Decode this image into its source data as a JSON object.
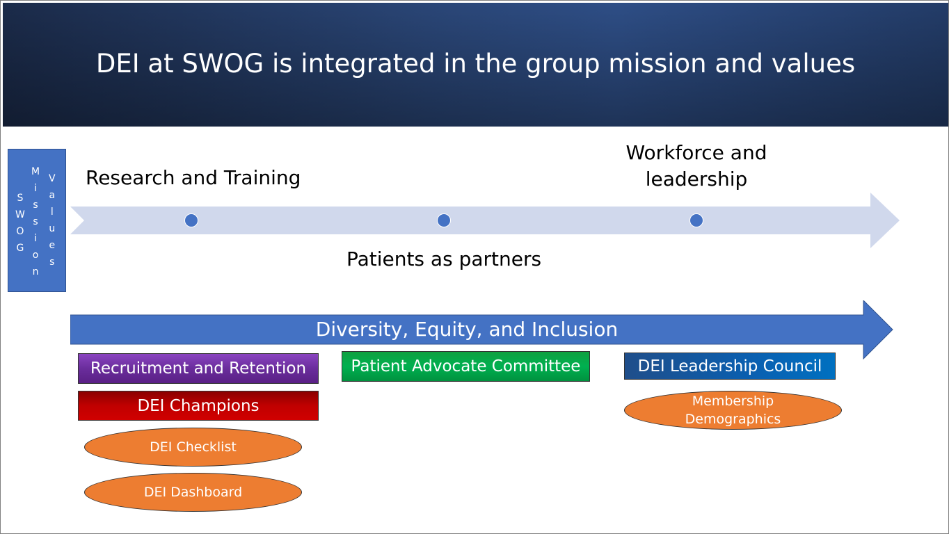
{
  "header": {
    "title": "DEI at SWOG is integrated in the group mission and values"
  },
  "sidebar_box": {
    "col1": [
      "S",
      "W",
      "O",
      "G"
    ],
    "col2": [
      "M",
      "i",
      "s",
      "s",
      "i",
      "o",
      "n"
    ],
    "col3": [
      "V",
      "a",
      "l",
      "u",
      "e",
      "s"
    ]
  },
  "timeline": {
    "labels": {
      "research": "Research and Training",
      "patients": "Patients as partners",
      "workforce_line1": "Workforce and",
      "workforce_line2": "leadership"
    }
  },
  "dei_arrow": {
    "label": "Diversity, Equity, and Inclusion"
  },
  "boxes": {
    "recruitment": "Recruitment and Retention",
    "champions": "DEI Champions",
    "patient_advocate": "Patient Advocate Committee",
    "leadership_council": "DEI Leadership Council"
  },
  "ovals": {
    "checklist": "DEI Checklist",
    "dashboard": "DEI Dashboard",
    "membership_line1": "Membership",
    "membership_line2": "Demographics"
  },
  "colors": {
    "header_dark": "#1b2b4a",
    "header_mid": "#2e4e86",
    "accent_blue": "#4472c4",
    "timeline_light": "#d0d8ec",
    "recruitment_purple": "#7030a0",
    "champions_red": "#c00000",
    "patient_green": "#00b050",
    "council_blue": "#0070c0",
    "oval_orange": "#ed7d31"
  }
}
